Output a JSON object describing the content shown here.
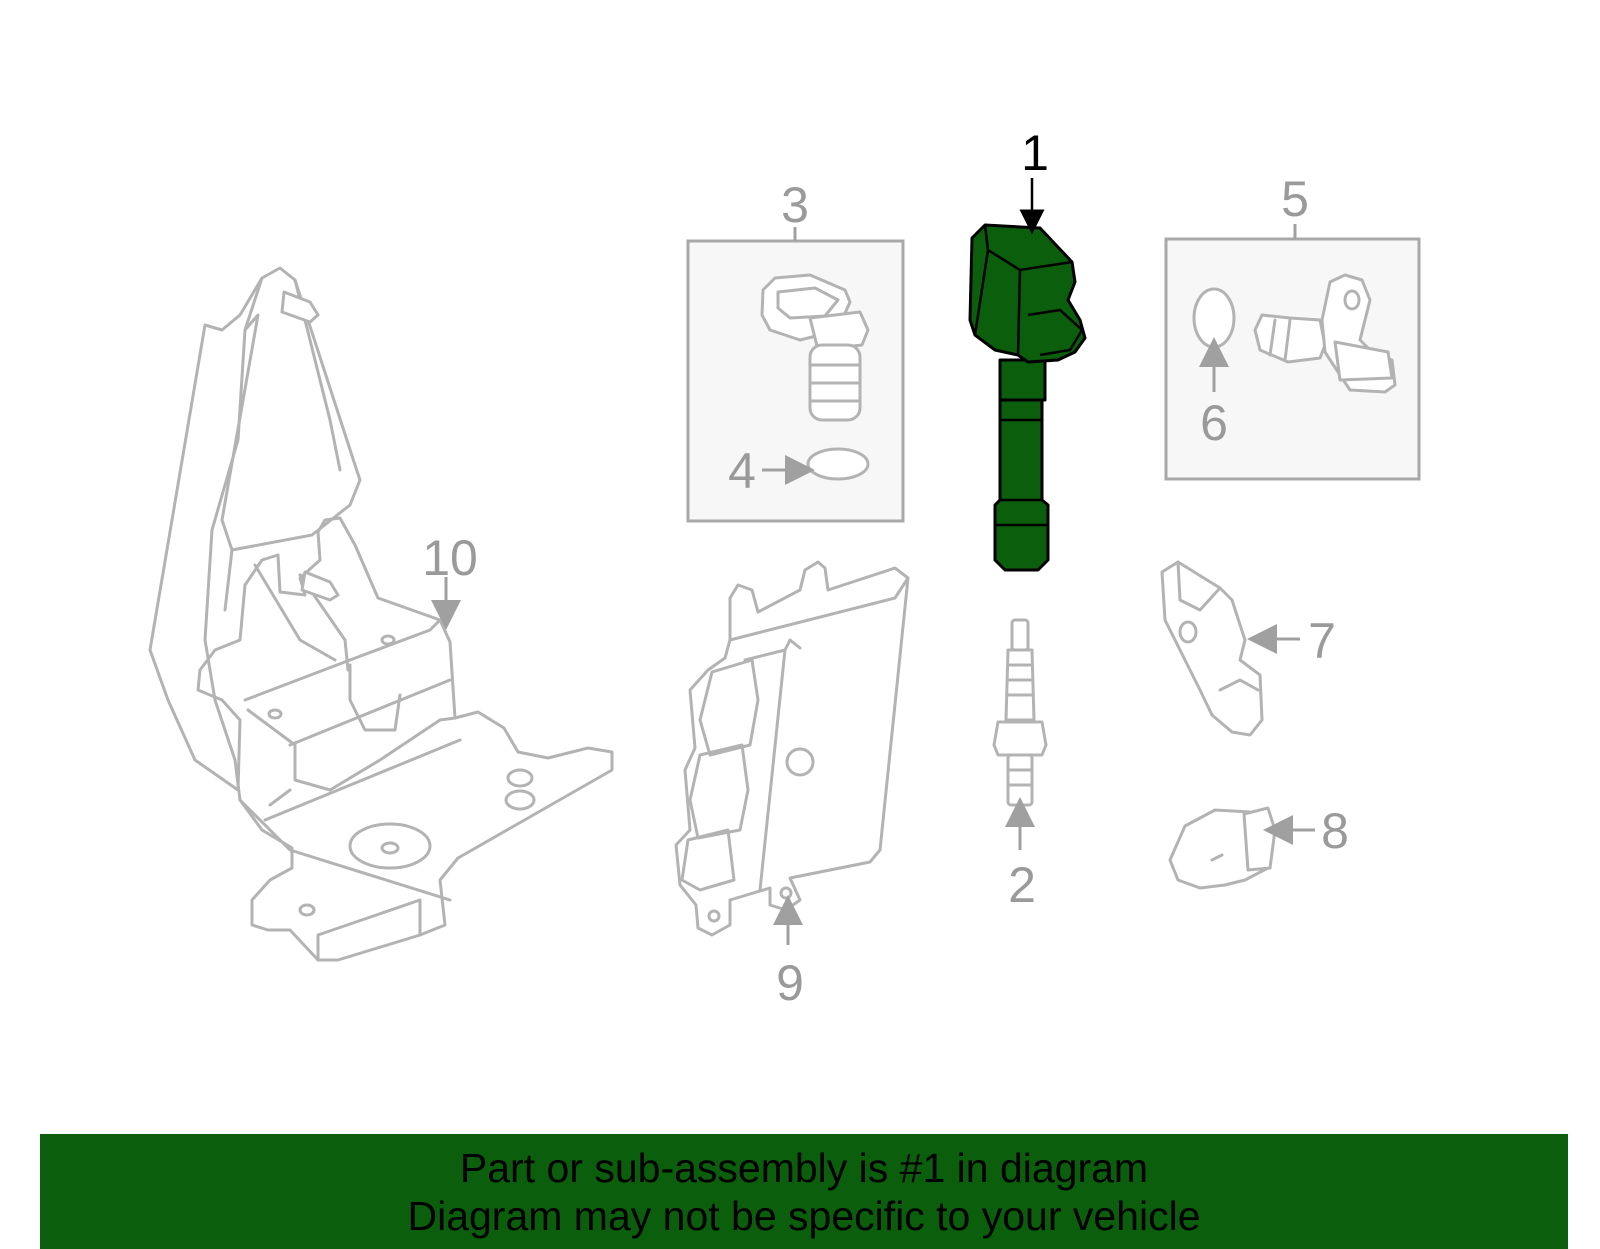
{
  "diagram": {
    "callouts": {
      "c1": "1",
      "c2": "2",
      "c3": "3",
      "c4": "4",
      "c5": "5",
      "c6": "6",
      "c7": "7",
      "c8": "8",
      "c9": "9",
      "c10": "10"
    },
    "highlight_color": "#0b5e0b",
    "line_color": "#b3b3b3"
  },
  "banner": {
    "line1": "Part or sub-assembly is #1 in diagram",
    "line2": "Diagram may not be specific to your vehicle",
    "background": "#0b5e0b"
  }
}
